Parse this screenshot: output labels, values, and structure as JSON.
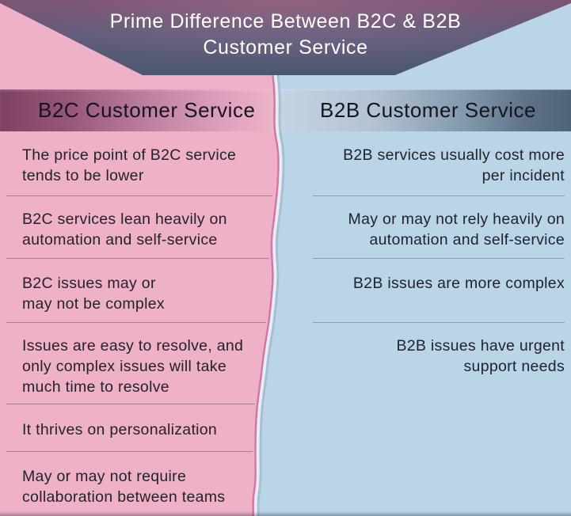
{
  "title": {
    "line1": "Prime Difference Between B2C & B2B",
    "line2": "Customer Service"
  },
  "b2c": {
    "header": "B2C Customer Service",
    "rows": [
      "The price point of B2C service\ntends to be lower",
      "B2C services lean heavily on\nautomation and self-service",
      "B2C issues may or\nmay not be complex",
      "Issues are easy to resolve, and\nonly complex issues will take\nmuch time to resolve",
      "It thrives on personalization",
      "May or may not require\ncollaboration between teams"
    ]
  },
  "b2b": {
    "header": "B2B Customer Service",
    "rows": [
      "B2B services usually cost more\nper incident",
      "May or may not rely heavily on\nautomation and self-service",
      "B2B issues are more complex",
      "B2B issues have urgent\nsupport needs"
    ]
  },
  "colors": {
    "pink_background": "#eeb1c8",
    "blue_background": "#bad4e8",
    "banner_top": "#7c5573",
    "banner_bottom": "#4a586f",
    "b2c_band_start": "#7e4164",
    "b2c_band_end": "#edb1c9",
    "b2b_band_start": "#c6d6e4",
    "b2b_band_end": "#516379",
    "torn_edge": "#d06fa2",
    "body_text": "#23232b",
    "title_text": "#ffffff"
  }
}
